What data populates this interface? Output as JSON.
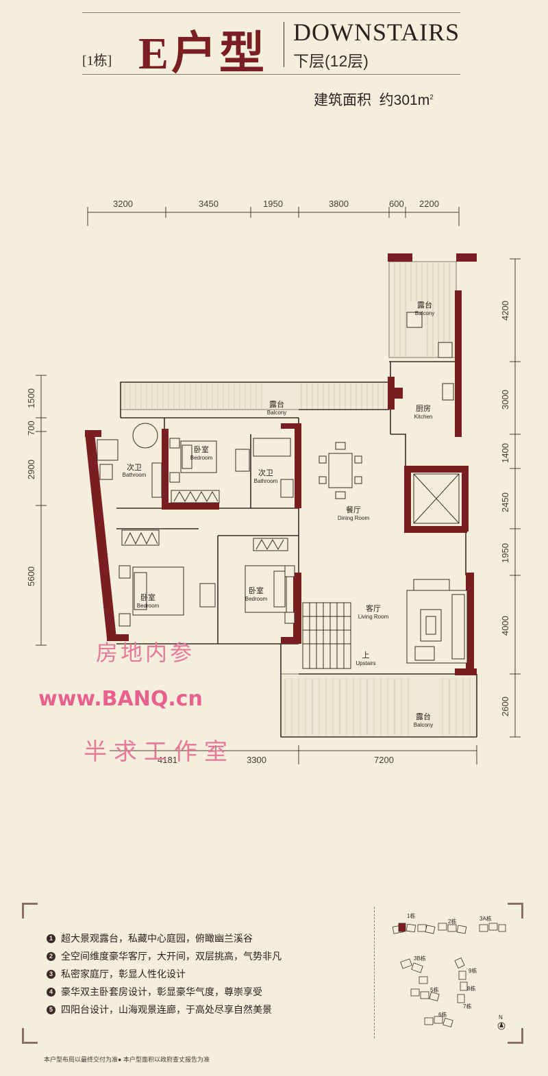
{
  "header": {
    "building": "[1栋]",
    "unit_type": "E户型",
    "title_en": "DOWNSTAIRS",
    "floor": "下层(12层)",
    "area_label": "建筑面积",
    "area_value": "约301m",
    "area_sup": "2"
  },
  "dimensions": {
    "top": [
      "3200",
      "3450",
      "1950",
      "3800",
      "600",
      "2200"
    ],
    "bottom": [
      "4181",
      "3300",
      "7200"
    ],
    "right": [
      "4200",
      "3000",
      "1400",
      "2450",
      "1950",
      "4000",
      "2600"
    ],
    "left": [
      "1500",
      "700",
      "2900",
      "5600"
    ]
  },
  "rooms": {
    "balcony_top_right": {
      "cn": "露台",
      "en": "Balcony"
    },
    "kitchen": {
      "cn": "厨房",
      "en": "Kitchen"
    },
    "balcony_top": {
      "cn": "露台",
      "en": "Balcony"
    },
    "bath_left": {
      "cn": "次卫",
      "en": "Bathroom"
    },
    "bedroom_top": {
      "cn": "卧室",
      "en": "Bedroom"
    },
    "bath_mid": {
      "cn": "次卫",
      "en": "Bathroom"
    },
    "dining": {
      "cn": "餐厅",
      "en": "Dining Room"
    },
    "bedroom_left": {
      "cn": "卧室",
      "en": "Bedroom"
    },
    "bedroom_mid": {
      "cn": "卧室",
      "en": "Bedroom"
    },
    "living": {
      "cn": "客厅",
      "en": "Living Room"
    },
    "upstairs": {
      "cn": "上",
      "en": "Upstairs"
    },
    "balcony_bottom": {
      "cn": "露台",
      "en": "Balcony"
    }
  },
  "watermark": {
    "line1": "房地内参",
    "line2": "www.BANQ.cn",
    "line3": "半求工作室"
  },
  "features": [
    {
      "num": "1",
      "text": "超大景观露台，私藏中心庭园，俯瞰幽兰溪谷"
    },
    {
      "num": "2",
      "text": "全空间维度豪华客厅，大开间，双层挑高，气势非凡"
    },
    {
      "num": "3",
      "text": "私密家庭厅，彰显人性化设计"
    },
    {
      "num": "4",
      "text": "豪华双主卧套房设计，彰显豪华气度，尊崇享受"
    },
    {
      "num": "5",
      "text": "四阳台设计，山海观景连廊，于高处尽享自然美景"
    }
  ],
  "site_plan": {
    "labels": [
      "1栋",
      "2栋",
      "3A栋",
      "3B栋",
      "5栋",
      "6栋",
      "7栋",
      "8栋",
      "9栋"
    ],
    "north": "N"
  },
  "footer": "本户型布局以最终交付为准● 本户型面积以政府查丈报告为准",
  "colors": {
    "wall": "#7a1e22",
    "line": "#3b2a25",
    "background": "#f4efdd"
  }
}
